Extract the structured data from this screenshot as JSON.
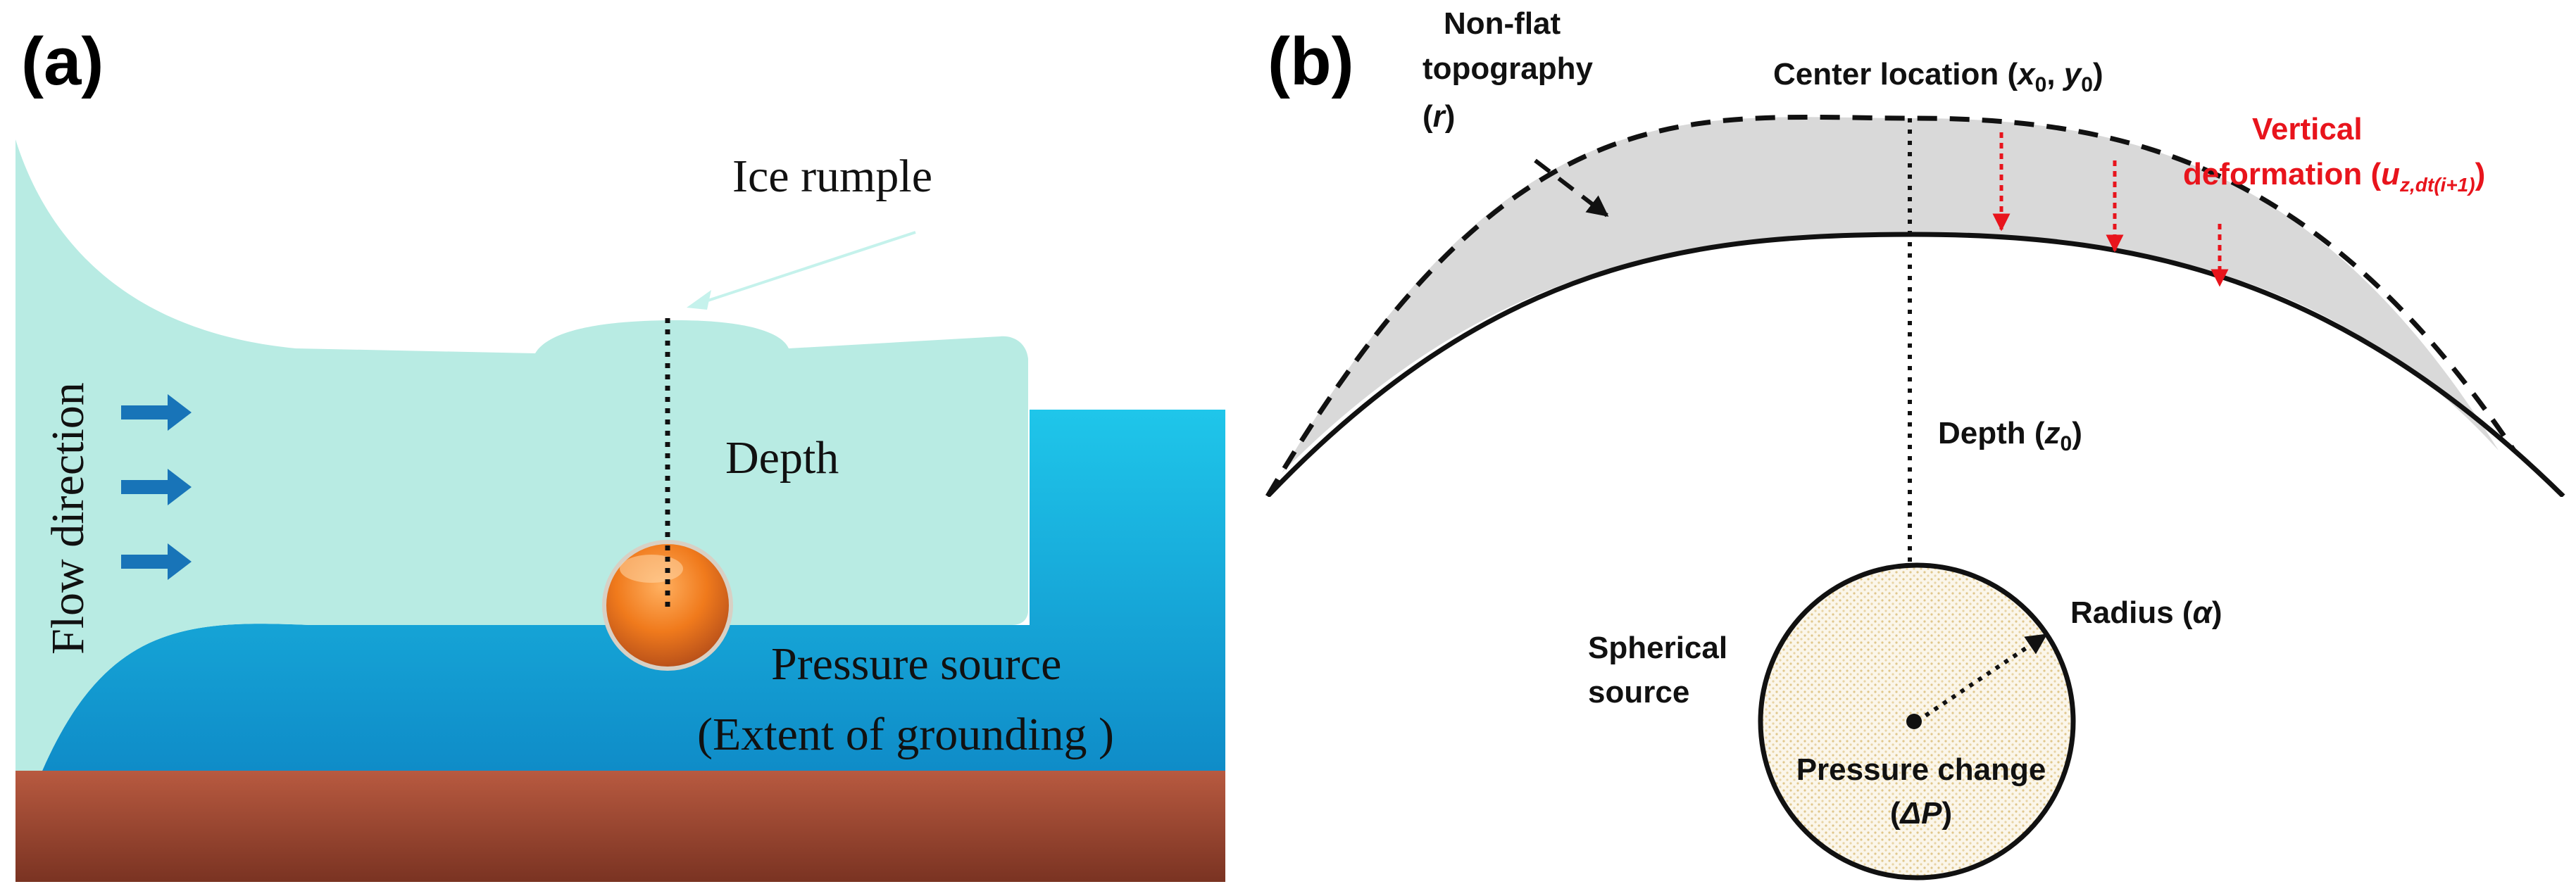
{
  "panel_a": {
    "label": "(a)",
    "ice_rumple": "Ice rumple",
    "depth": "Depth",
    "flow_direction": "Flow direction",
    "pressure_source": "Pressure source",
    "extent": "(Extent of grounding )",
    "colors": {
      "ice": "#b8ebe3",
      "ocean_top": "#1fc6ea",
      "ocean_bottom": "#0f8cc8",
      "bed_top": "#b85a40",
      "bed_bottom": "#7a3322",
      "sphere": "#f07a1c",
      "arrow": "#1874b8"
    }
  },
  "panel_b": {
    "label": "(b)",
    "nonflat_1": "Non-flat",
    "nonflat_2": "topography",
    "nonflat_3": "(r)",
    "center": {
      "prefix": "Center location (",
      "x": "x",
      "x_sub": "0",
      "sep": ", ",
      "y": "y",
      "y_sub": "0",
      "suffix": ")"
    },
    "vertical_1": "Vertical",
    "vertical_2_prefix": "deformation (",
    "vertical_2_var": "u",
    "vertical_2_sub": "z,dt(i+1)",
    "vertical_2_suffix": ")",
    "depth": {
      "prefix": "Depth (",
      "var": "z",
      "sub": "0",
      "suffix": ")"
    },
    "spherical_1": "Spherical",
    "spherical_2": "source",
    "radius": {
      "prefix": "Radius (",
      "var": "α",
      "suffix": ")"
    },
    "pressure_1": "Pressure change",
    "pressure_2": {
      "prefix": "(",
      "var": "ΔP",
      "suffix": ")"
    },
    "colors": {
      "shade": "#d9d9d9",
      "red": "#e8141c",
      "sphere_fill": "#f7f0e0"
    }
  }
}
